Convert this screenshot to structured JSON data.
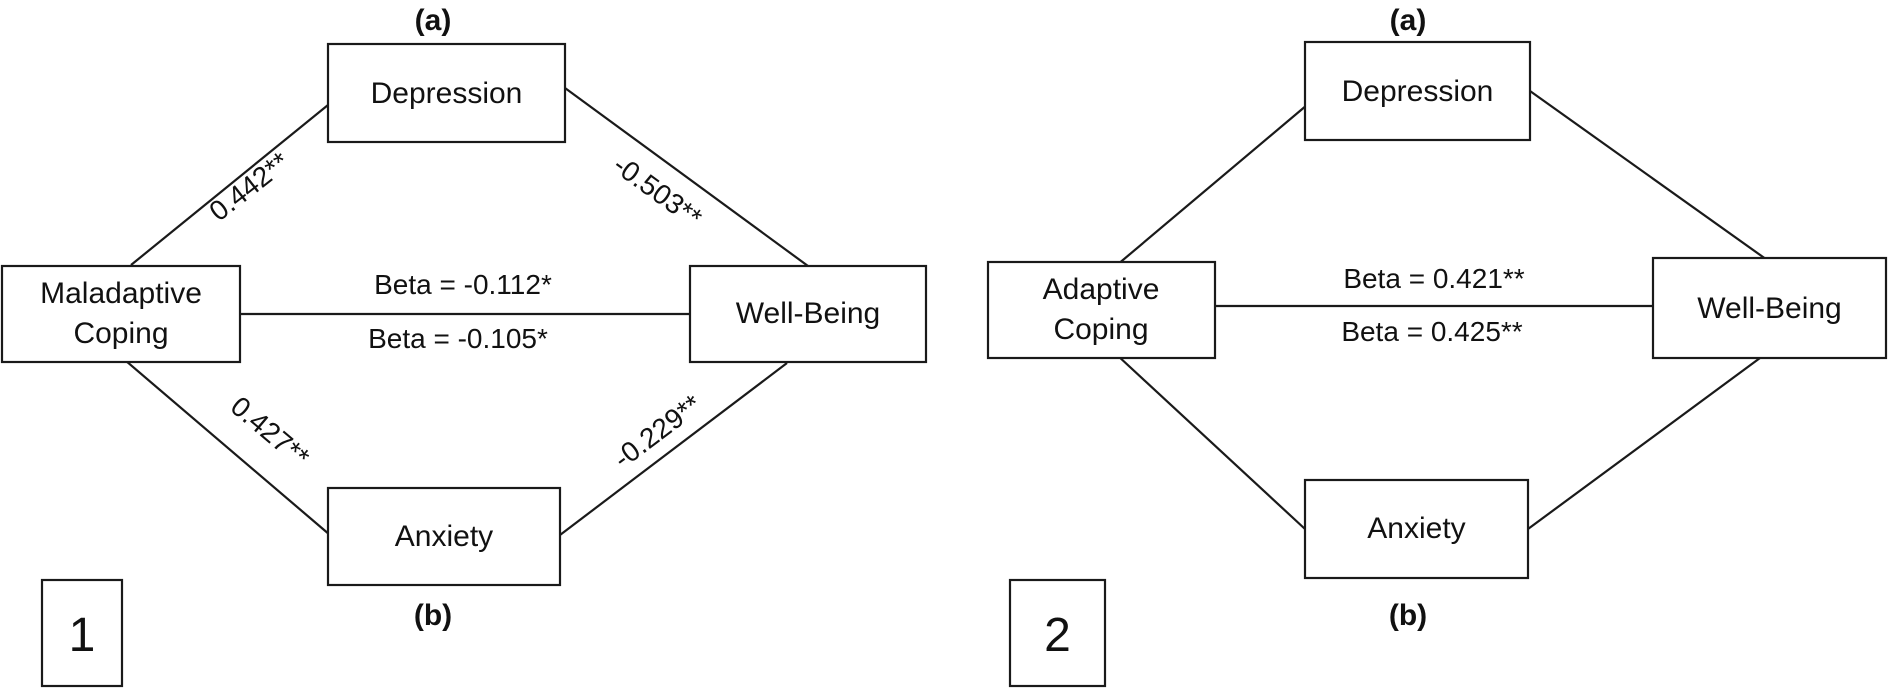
{
  "panel1": {
    "label_a": "(a)",
    "label_b": "(b)",
    "number": "1",
    "nodes": {
      "depression": "Depression",
      "predictor_line1": "Maladaptive",
      "predictor_line2": "Coping",
      "wellbeing": "Well-Being",
      "anxiety": "Anxiety"
    },
    "paths": {
      "predictor_to_depression": "0.442**",
      "depression_to_wellbeing": "-0.503**",
      "predictor_to_anxiety": "0.427**",
      "anxiety_to_wellbeing": "-0.229**",
      "beta_a": "Beta = -0.112*",
      "beta_b": "Beta = -0.105*"
    }
  },
  "panel2": {
    "label_a": "(a)",
    "label_b": "(b)",
    "number": "2",
    "nodes": {
      "depression": "Depression",
      "predictor_line1": "Adaptive",
      "predictor_line2": "Coping",
      "wellbeing": "Well-Being",
      "anxiety": "Anxiety"
    },
    "paths": {
      "beta_a": "Beta = 0.421**",
      "beta_b": "Beta = 0.425**"
    }
  }
}
